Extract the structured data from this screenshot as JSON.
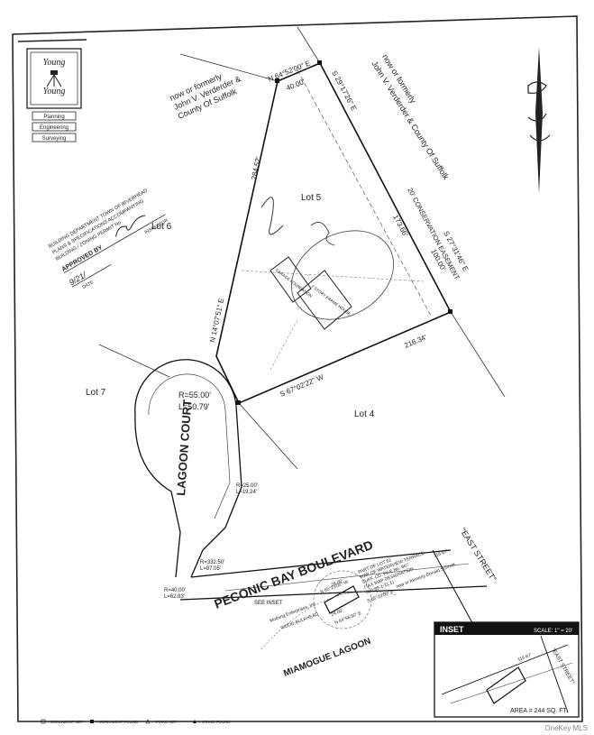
{
  "logo": {
    "name_line1": "Young",
    "name_line2": "Young",
    "services": [
      "Planning",
      "Engineering",
      "Surveying"
    ]
  },
  "stamp": {
    "line1": "BUILDING DEPARTMENT TOWN OF RIVERHEAD",
    "line2": "PLANS & SPECIFICATIONS ACCOMPANYING",
    "line3": "BUILDING / ZONING PERMIT No.",
    "approved_label": "APPROVED BY",
    "inspector_label": "INSPECTOR",
    "date_label": "DATE",
    "date_value": "9/21/"
  },
  "owners": {
    "north": [
      "now or formerly",
      "John V. Verderder &",
      "County Of Suffolk"
    ],
    "east": [
      "now or formerly",
      "John V. Verderder & County Of Suffolk"
    ]
  },
  "bearings": {
    "north_line": "N 64°52'00\" E",
    "north_dist": "40.00'",
    "ne_line": "S 29°17'26\" E",
    "ne_dist": "173.66'",
    "east_line": "S 27°31'46\" E",
    "east_dist": "100.00'",
    "south_line": "S 67°02'22\" W",
    "south_dist": "216.34'",
    "west_line": "N 14°07'51\" E",
    "west_dist": "284.52'"
  },
  "easement": "20' CONSERVATION EASEMENT",
  "lots": {
    "lot5": "Lot 5",
    "lot6": "Lot 6",
    "lot7": "Lot 7",
    "lot4": "Lot 4"
  },
  "house_labels": {
    "garage": "GARAGE FOUNDATION",
    "house": "2 STORY FRAME HOUSE"
  },
  "curve": {
    "radius": "R=55.00'",
    "length": "L=50.79'",
    "c2_r": "R=25.00'",
    "c2_l": "L=19.24'",
    "c3_r": "R=332.50'",
    "c3_l": "L=87.05'",
    "c4_r": "R=40.00'",
    "c4_l": "L=62.83'"
  },
  "streets": {
    "lagoon_court": "LAGOON COURT",
    "peconic": "PECONIC BAY BOULEVARD",
    "east_street": "\"EAST STREET\"",
    "miamogue": "MIAMOGUE LAGOON"
  },
  "inset_notes": {
    "see_inset": "SEE INSET",
    "part_of_lot": "PART OF LOT 61",
    "map_of": "MAP OF WATERVIEW TERRACE",
    "suff": "SUFF. CO. FILE No. 867",
    "tax_map": "(TAX MAP DESIGNATION",
    "district": "600-89-1-11.1)",
    "bearing1": "N 65°23'00\" W",
    "dist1": "24.00'",
    "bearing2": "S 65°23'00\" E",
    "bearing3": "N 64°56'30\" E",
    "dist3": "24.00'",
    "owner_left": "Mothing Enterprises, Inc.",
    "owner_right": "now or formerly Donald Schmitt",
    "bulkhead": "WOOD BULKHEAD",
    "dist_right": "116.67'"
  },
  "inset": {
    "title": "INSET",
    "scale": "SCALE: 1\" = 20'",
    "area": "AREA = 244 SQ. FT.",
    "east_street": "\"EAST STREET\"",
    "dist": "116.67'"
  },
  "legend": {
    "monument_set": "= MONUMENT SET",
    "monument_found": "= MONUMENT FOUND",
    "stake_set": "= STAKE SET",
    "stake_found": "= STAKE FOUND"
  },
  "watermark": "OneKey MLS",
  "colors": {
    "ink": "#1a1a1a",
    "paper": "#ffffff"
  }
}
